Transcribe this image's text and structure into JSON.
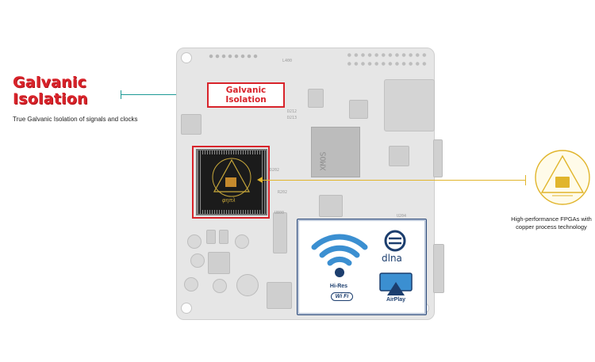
{
  "galvanic": {
    "title_line1": "Galvanic",
    "title_line2": "Isolation",
    "subtitle": "True Galvanic Isolation of signals and clocks",
    "board_label_line1": "Galvanic",
    "board_label_line2": "Isolation"
  },
  "fpga": {
    "description_line1": "High-performance FPGAs with",
    "description_line2": "copper process technology",
    "chip_marking": "φηπλ"
  },
  "network": {
    "wifi_label_top": "Hi-Res",
    "wifi_label_badge": "Wi Fi",
    "dlna_label": "dlna",
    "airplay_label": "AirPlay"
  },
  "board_silk": {
    "l400": "L400",
    "d212": "D212",
    "d213": "D213",
    "d202": "D202",
    "r202": "R202",
    "u800": "U800",
    "u204": "U204",
    "xmos": "XMOS"
  },
  "colors": {
    "accent_red": "#d8232a",
    "callout_teal": "#1c9a95",
    "callout_gold": "#e1b52c",
    "network_blue": "#1c3e6e",
    "wifi_blue_light": "#3b8fd1"
  }
}
